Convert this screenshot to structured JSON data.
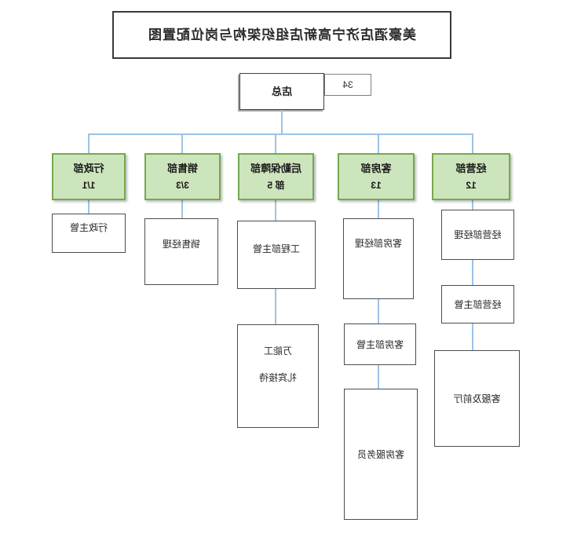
{
  "title": "美豪酒店济宁高新店组织架构与岗位配置图",
  "root": {
    "label": "店总",
    "total": "34"
  },
  "colors": {
    "dept_fill": "#cde5bc",
    "dept_border": "#74a94e",
    "connector": "#9cc3e5"
  },
  "departments": [
    {
      "name": "经营部",
      "count": "12",
      "children": [
        {
          "label": "经营部经理"
        },
        {
          "label": "经营部主管"
        },
        {
          "label": "客服及前厅"
        }
      ]
    },
    {
      "name": "客房部",
      "count": "13",
      "children": [
        {
          "label": "客房部经理"
        },
        {
          "label": "客房部主管"
        },
        {
          "label": "客房服务员"
        }
      ]
    },
    {
      "name": "后勤保障部",
      "count": "部 5",
      "children": [
        {
          "label": "工程部主管"
        },
        {
          "lines": [
            "万能工",
            "礼宾接待"
          ]
        }
      ]
    },
    {
      "name": "销售部",
      "count": "3/3",
      "children": [
        {
          "label": "销售经理"
        }
      ]
    },
    {
      "name": "行政部",
      "count": "1/1",
      "children": [
        {
          "label": "行政主管"
        }
      ]
    }
  ]
}
